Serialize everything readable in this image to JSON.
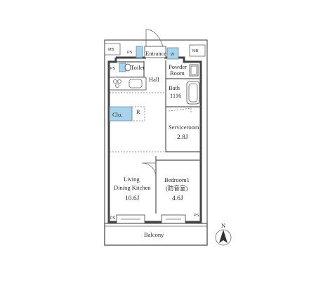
{
  "rooms": {
    "entrance": "Entrance",
    "toilet": "Toilet",
    "powder_room_line1": "Powder",
    "powder_room_line2": "Room",
    "hall": "Hall",
    "bath_line1": "Bath",
    "bath_line2": "1116",
    "clo": "Clo.",
    "refrigerator": "R",
    "serviceroom_name": "Serviceroom",
    "serviceroom_size": "2.8J",
    "ldk_line1": "Living",
    "ldk_line2": "Dining Kitchen",
    "ldk_size": "10.6J",
    "bedroom_name": "Bedroom1",
    "bedroom_sub": "(防音室)",
    "bedroom_size": "4.6J",
    "balcony": "Balcony"
  },
  "shafts": {
    "mb_left": "MB",
    "mb_right": "MB",
    "ps_top_left": "PS",
    "ps_mid_left": "PS",
    "ps_bottom_left": "PS",
    "ps_bottom_right": "PS",
    "w_mark": "W"
  },
  "compass": {
    "north": "N"
  },
  "colors": {
    "fixture_blue": "#a9d3ea",
    "wall": "#444444"
  }
}
